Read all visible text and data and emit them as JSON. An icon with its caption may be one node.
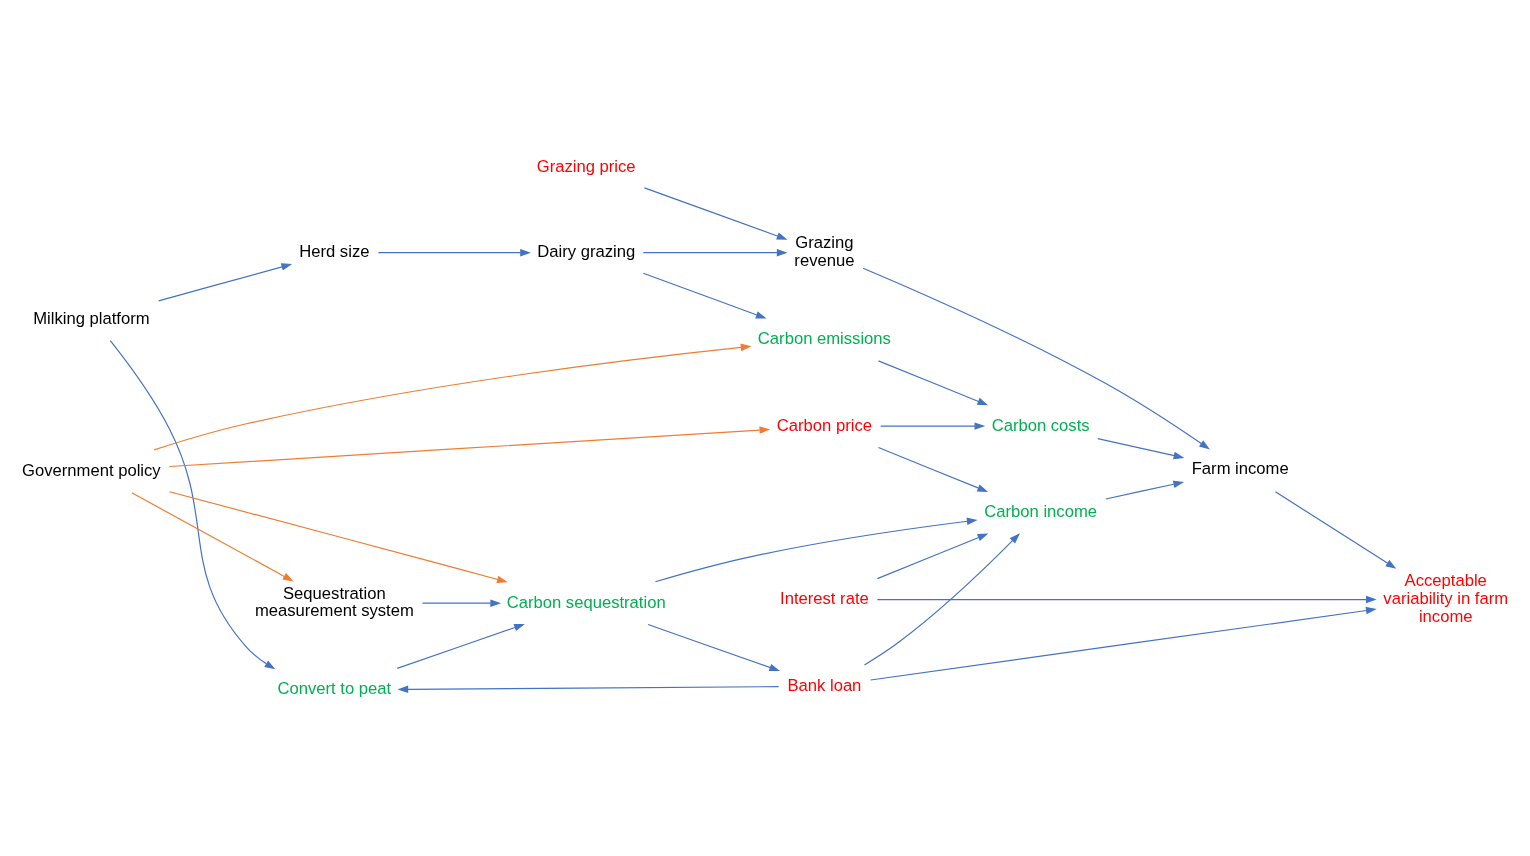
{
  "diagram": {
    "nodes": [
      {
        "text": [
          "Grazing revenue"
        ]
      },
      {
        "text": [
          "Dairy grazing"
        ]
      },
      {
        "text": [
          "Grazing price"
        ]
      },
      {
        "text": [
          "Carbon emissions"
        ]
      },
      {
        "text": [
          "Herd size"
        ]
      },
      {
        "text": [
          "Carbon costs"
        ]
      },
      {
        "text": [
          "Carbon price"
        ]
      },
      {
        "text": [
          "Farm income"
        ]
      },
      {
        "text": [
          "Milking platform"
        ]
      },
      {
        "text": [
          "Government policy"
        ]
      },
      {
        "text": [
          "Carbon income"
        ]
      },
      {
        "text": [
          "Sequestration measurement system"
        ]
      },
      {
        "text": [
          "Interest rate"
        ]
      },
      {
        "text": [
          "Convert to peat"
        ]
      },
      {
        "text": [
          "Carbon sequestration"
        ]
      },
      {
        "text": [
          "Acceptable variability in farm income"
        ]
      },
      {
        "text": [
          "Bank loan"
        ]
      }
    ],
    "edges": [
      {
        "from": 8,
        "to": 4,
        "arrow": "to"
      },
      {
        "from": 4,
        "to": 1,
        "arrow": "to"
      },
      {
        "from": 1,
        "to": 0,
        "arrow": "to"
      },
      {
        "from": 1,
        "to": 3,
        "arrow": "to"
      },
      {
        "from": 2,
        "to": 0,
        "arrow": "to"
      },
      {
        "from": 0,
        "to": 7,
        "arrow": "to"
      },
      {
        "from": 3,
        "to": 5,
        "arrow": "to"
      },
      {
        "from": 6,
        "to": 5,
        "arrow": "to"
      },
      {
        "from": 5,
        "to": 7,
        "arrow": "to"
      },
      {
        "from": 9,
        "to": 3,
        "arrow": "to",
        "color": "#ed7d31"
      },
      {
        "from": 9,
        "to": 6,
        "arrow": "to",
        "color": "#ed7d31"
      },
      {
        "from": 9,
        "to": 11,
        "arrow": "to",
        "color": "#ed7d31"
      },
      {
        "from": 9,
        "to": 14,
        "arrow": "to",
        "color": "#ed7d31"
      },
      {
        "from": 6,
        "to": 10,
        "arrow": "to"
      },
      {
        "from": 10,
        "to": 7,
        "arrow": "to"
      },
      {
        "from": 7,
        "to": 15,
        "arrow": "to"
      },
      {
        "from": 8,
        "to": 13,
        "arrow": "to"
      },
      {
        "from": 11,
        "to": 14,
        "arrow": "to"
      },
      {
        "from": 13,
        "to": 14,
        "arrow": "to"
      },
      {
        "from": 14,
        "to": 10,
        "arrow": "to"
      },
      {
        "from": 14,
        "to": 16,
        "arrow": "to"
      },
      {
        "from": 12,
        "to": 10,
        "arrow": "to"
      },
      {
        "from": 12,
        "to": 15,
        "arrow": "to"
      },
      {
        "from": 16,
        "to": 13,
        "arrow": "to"
      },
      {
        "from": 16,
        "to": 10,
        "arrow": "to"
      },
      {
        "from": 16,
        "to": 15,
        "arrow": "to"
      }
    ]
  }
}
